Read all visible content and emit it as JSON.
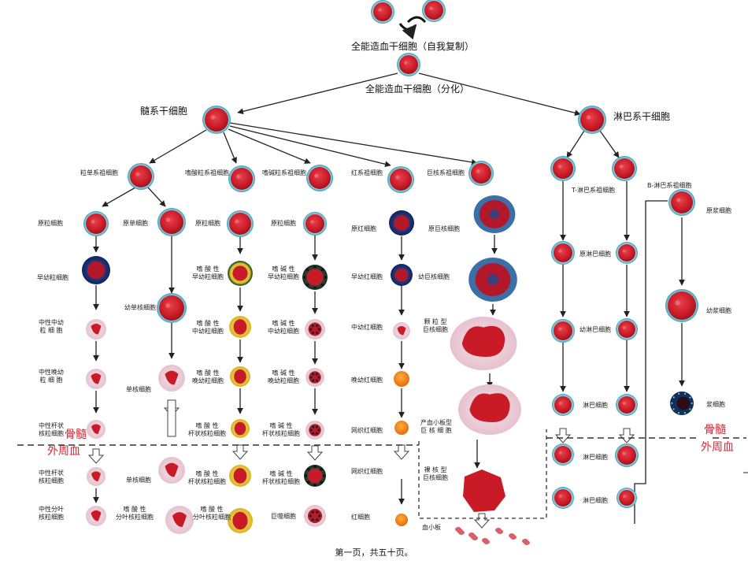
{
  "top": {
    "self_renew": "全能造血干细胞（自我复制）",
    "differentiate": "全能造血干细胞（分化）",
    "myeloid": "髓系干细胞",
    "lymphoid": "淋巴系干细胞"
  },
  "lineages": {
    "granulo_mono": "粒单系祖细胞",
    "eosinophil": "嗜酸粒系祖细胞",
    "basophil": "嗜碱粒系祖细胞",
    "erythroid": "红系祖细胞",
    "megakaryocyte": "巨核系祖细胞",
    "t_lymph": "T-淋巴系祖细胞",
    "b_lymph": "B-淋巴系祖细胞"
  },
  "neutrophil": {
    "myeloblast": "原粒细胞",
    "promyelocyte": "早幼粒细胞",
    "myelocyte": "中性中幼\n粒 细 胞",
    "metamyelocyte": "中性晚幼\n粒 细 胞",
    "band_marrow": "中性杆状\n核粒细胞",
    "band_blood": "中性杆状\n核粒细胞",
    "segmented": "中性分叶\n核粒细胞"
  },
  "monocyte": {
    "monoblast": "原单细胞",
    "promonocyte": "幼单核细胞",
    "monocyte_marrow": "单核细胞",
    "monocyte_blood": "单核细胞"
  },
  "eos": {
    "myeloblast": "原粒细胞",
    "promyelocyte": "嗜 酸 性\n早幼粒细胞",
    "myelocyte": "嗜 酸 性\n中幼粒细胞",
    "metamyelocyte": "嗜 酸 性\n晚幼粒细胞",
    "band_marrow": "嗜 酸 性\n杆状核粒细胞",
    "band_blood": "嗜 酸 性\n杆状核粒细胞",
    "segmented": "嗜 酸 性\n分叶核粒细胞"
  },
  "baso": {
    "myeloblast": "原粒细胞",
    "promyelocyte": "嗜 碱 性\n早幼粒细胞",
    "myelocyte": "嗜 碱 性\n中幼粒细胞",
    "metamyelocyte": "嗜 碱 性\n晚幼粒细胞",
    "band_marrow": "嗜 碱 性\n杆状核粒细胞",
    "band_blood": "嗜 碱 性\n杆状核粒细胞",
    "segmented": "巨噬细胞"
  },
  "ery": {
    "pronormoblast": "原红细胞",
    "basophilic": "早幼红细胞",
    "polychromatic": "中幼红细胞",
    "orthochromatic": "晚幼红细胞",
    "reticulocyte_marrow": "网织红细胞",
    "reticulocyte_blood": "网织红细胞",
    "erythrocyte": "红细胞"
  },
  "mega": {
    "megakaryoblast": "原巨核细胞",
    "promegakaryocyte": "幼巨核细胞",
    "granular": "颗 粒 型\n巨核细胞",
    "platelet_producing": "产血小板型\n巨 核 细 胞",
    "naked_nucleus": "裸 核 型\n巨核细胞",
    "platelet": "血小板"
  },
  "tcell": {
    "lymphoblast": "原淋巴细胞",
    "prolymphocyte": "幼淋巴细胞",
    "lymphocyte": "淋巴细胞",
    "lymphocyte_blood1": "淋巴细胞",
    "lymphocyte_blood2": "淋巴细胞"
  },
  "bcell": {
    "plasmablast": "原浆细胞",
    "proplasmacyte": "幼浆细胞",
    "plasmacyte": "浆细胞"
  },
  "zones": {
    "left_marrow": "骨髓",
    "left_blood": "外周血",
    "right_marrow": "骨髓",
    "right_blood": "外周血"
  },
  "footer": "第一页，共五十页。",
  "colors": {
    "cell_red": "#d2232e",
    "nucleus_dark": "#8a0f1c",
    "halo_blue": "#5ab3c8",
    "eos_yellow": "#e8d23a",
    "baso_dark": "#1f2a3a",
    "boundary_red": "#d62b3a"
  }
}
